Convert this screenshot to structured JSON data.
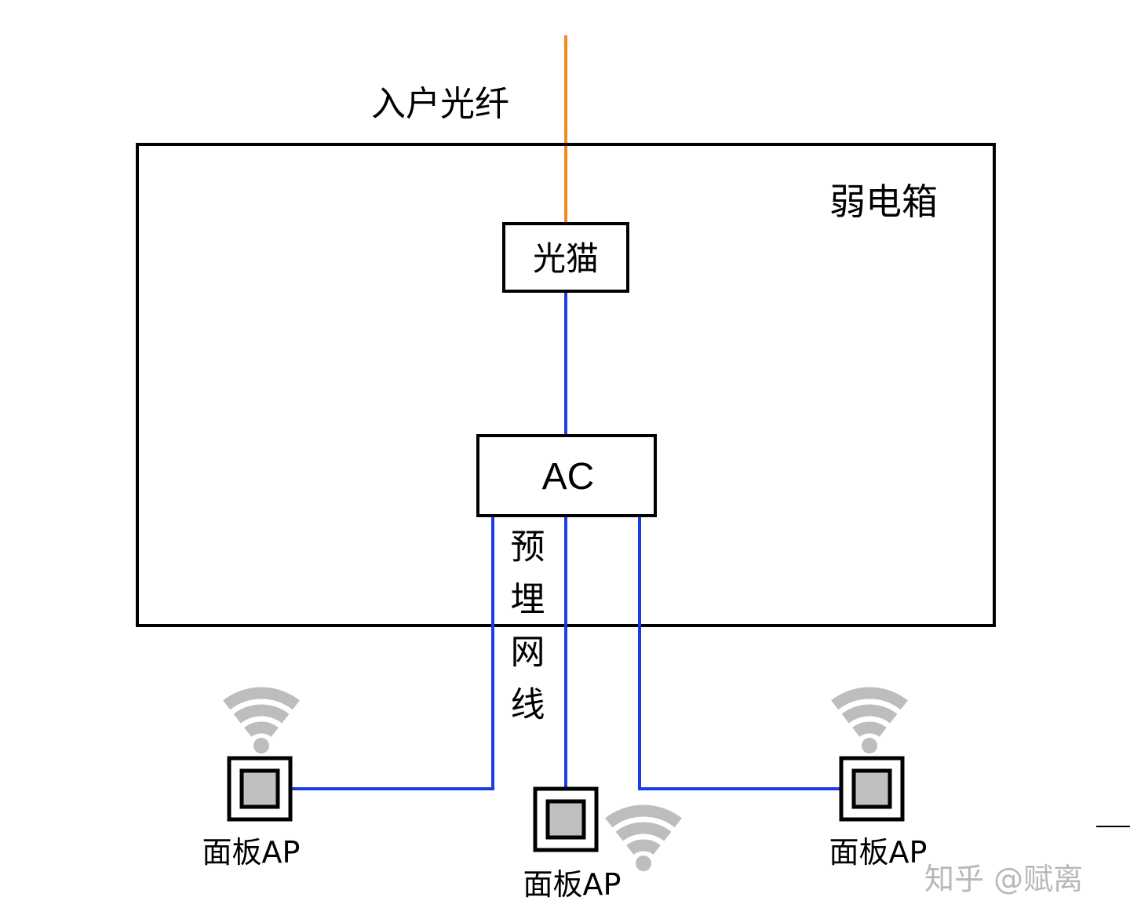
{
  "labels": {
    "fiber_in": "入户光纤",
    "box": "弱电箱",
    "modem": "光猫",
    "ac": "AC",
    "cable": "预埋网线",
    "ap_left": "面板AP",
    "ap_middle": "面板AP",
    "ap_right": "面板AP"
  },
  "watermark": "知乎 @赋离",
  "colors": {
    "fiber": "#f28a1e",
    "ethernet": "#1a3ce6",
    "wifi": "#bdbdbd",
    "ap_inner": "#c0c0c0"
  }
}
